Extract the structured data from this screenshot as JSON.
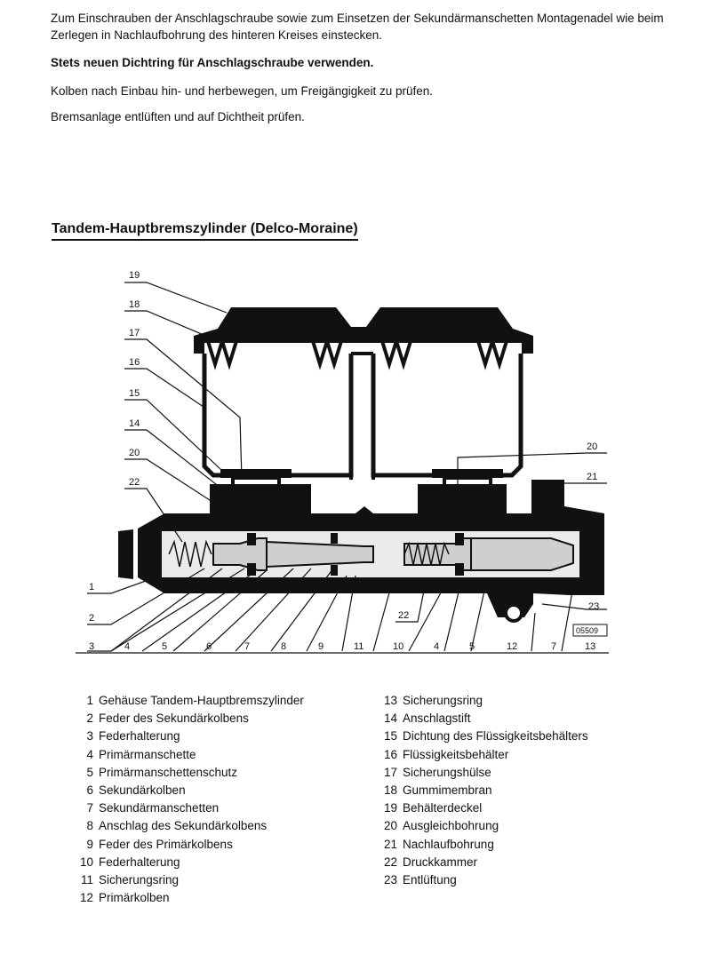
{
  "text": {
    "p1": "Zum Einschrauben der Anschlagschraube sowie zum Einsetzen der Sekundärmanschetten Montagenadel wie beim Zerlegen in Nachlaufbohrung des hinteren Kreises einstecken.",
    "p2": "Stets neuen Dichtring für Anschlagschraube verwenden.",
    "p3": "Kolben nach Einbau hin- und herbewegen, um Freigängigkeit zu prüfen.",
    "p4": "Bremsanlage entlüften und auf Dichtheit prüfen.",
    "title": "Tandem-Hauptbremszylinder (Delco-Moraine)"
  },
  "diagram": {
    "code": "05509",
    "callouts": [
      "1",
      "2",
      "3",
      "4",
      "5",
      "6",
      "7",
      "8",
      "9",
      "10",
      "11",
      "12",
      "13",
      "14",
      "15",
      "16",
      "17",
      "18",
      "19",
      "20",
      "21",
      "22",
      "23"
    ]
  },
  "legend": {
    "left": [
      {
        "num": "1",
        "label": "Gehäuse Tandem-Hauptbremszylinder"
      },
      {
        "num": "2",
        "label": "Feder des Sekundärkolbens"
      },
      {
        "num": "3",
        "label": "Federhalterung"
      },
      {
        "num": "4",
        "label": "Primärmanschette"
      },
      {
        "num": "5",
        "label": "Primärmanschettenschutz"
      },
      {
        "num": "6",
        "label": "Sekundärkolben"
      },
      {
        "num": "7",
        "label": "Sekundärmanschetten"
      },
      {
        "num": "8",
        "label": "Anschlag des Sekundärkolbens"
      },
      {
        "num": "9",
        "label": "Feder des Primärkolbens"
      },
      {
        "num": "10",
        "label": "Federhalterung"
      },
      {
        "num": "11",
        "label": "Sicherungsring"
      },
      {
        "num": "12",
        "label": "Primärkolben"
      }
    ],
    "right": [
      {
        "num": "13",
        "label": "Sicherungsring"
      },
      {
        "num": "14",
        "label": "Anschlagstift"
      },
      {
        "num": "15",
        "label": "Dichtung des Flüssigkeitsbehälters"
      },
      {
        "num": "16",
        "label": "Flüssigkeitsbehälter"
      },
      {
        "num": "17",
        "label": "Sicherungshülse"
      },
      {
        "num": "18",
        "label": "Gummimembran"
      },
      {
        "num": "19",
        "label": "Behälterdeckel"
      },
      {
        "num": "20",
        "label": "Ausgleichbohrung"
      },
      {
        "num": "21",
        "label": "Nachlaufbohrung"
      },
      {
        "num": "22",
        "label": "Druckkammer"
      },
      {
        "num": "23",
        "label": "Entlüftung"
      }
    ]
  }
}
